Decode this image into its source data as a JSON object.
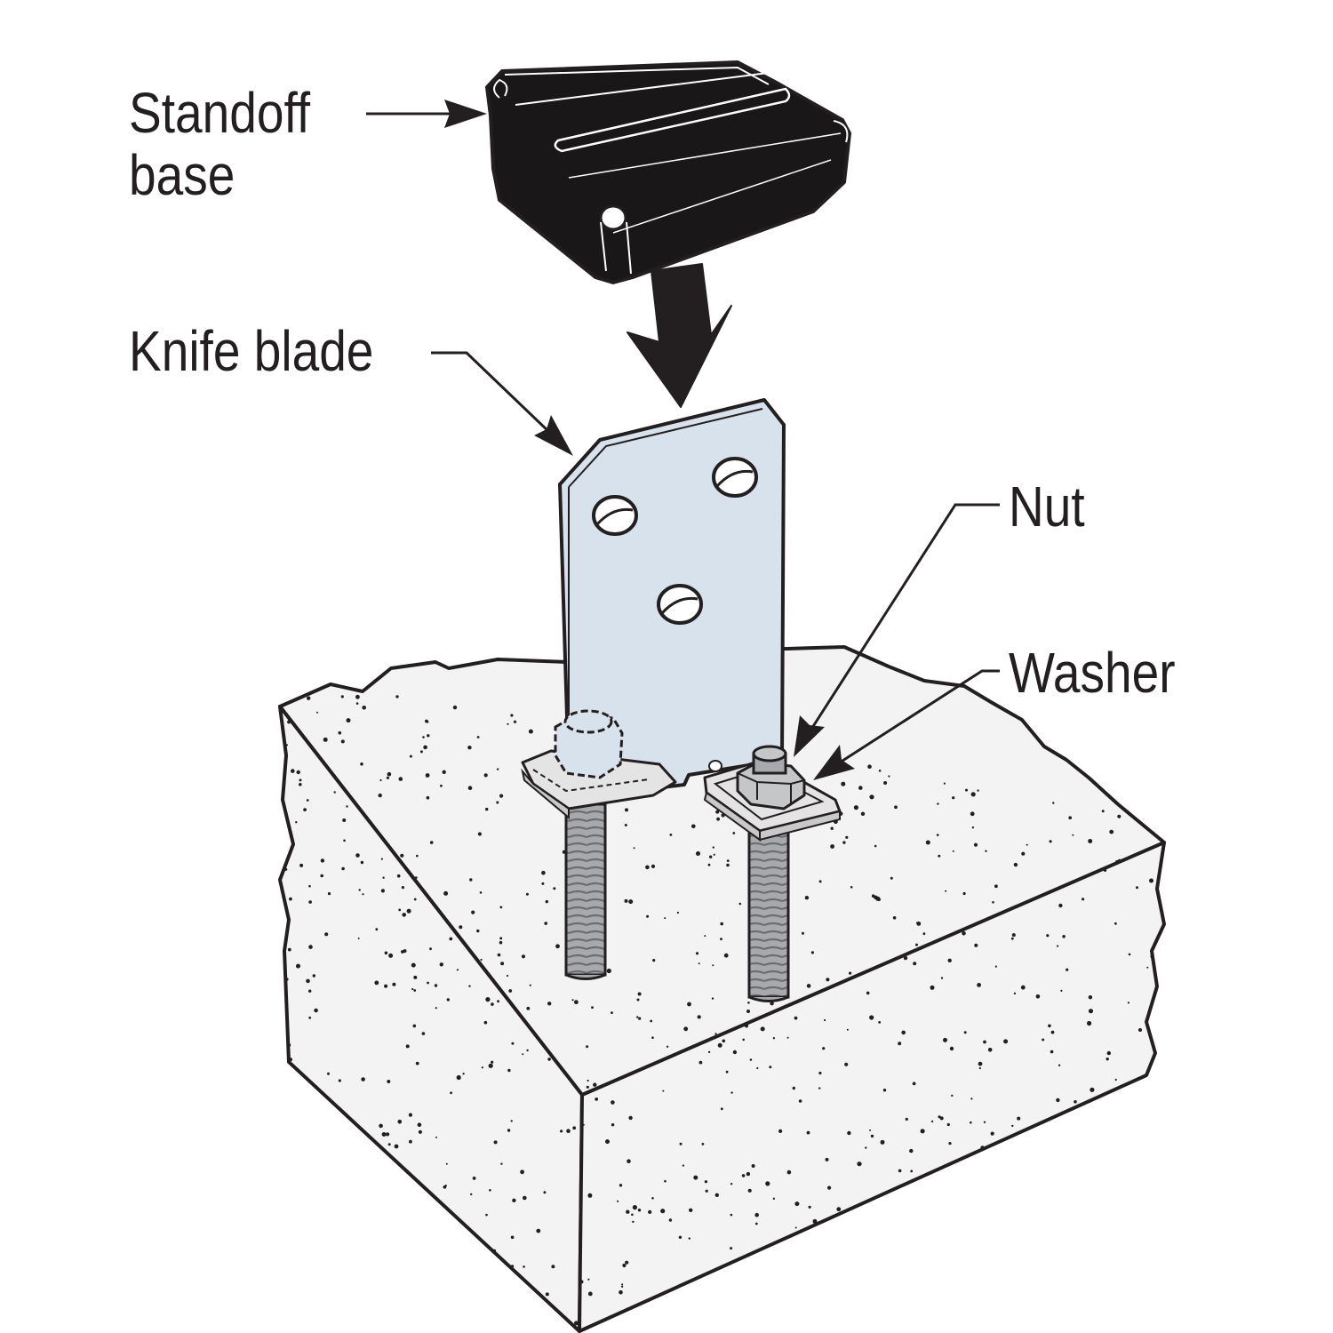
{
  "labels": {
    "standoff_line1": "Standoff",
    "standoff_line2": "base",
    "knife_blade": "Knife blade",
    "nut": "Nut",
    "washer": "Washer"
  },
  "colors": {
    "ink": "#231f20",
    "standoff_base": "#1a1718",
    "knife_blade": "#d7e2ec",
    "concrete": "#f3f3f3",
    "washer_plate": "#e4e4e4",
    "anchor_bolt": "#a7a9ac",
    "background": "#ffffff"
  },
  "icons": {
    "insert_arrow": "down-arrow-icon"
  }
}
